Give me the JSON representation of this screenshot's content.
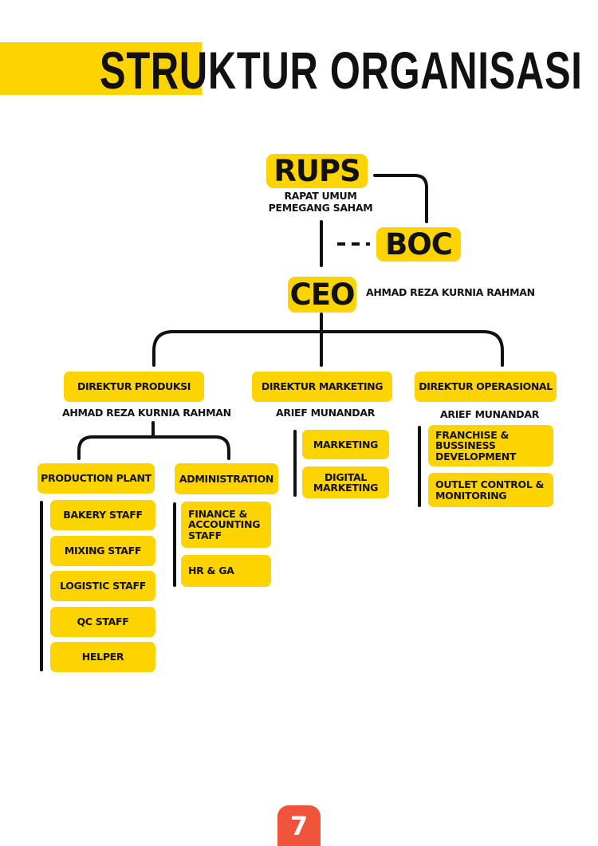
{
  "header": {
    "title": "STRUKTUR ORGANISASI"
  },
  "top": {
    "rups": "RUPS",
    "rups_caption": "RAPAT UMUM\nPEMEGANG SAHAM",
    "boc": "BOC",
    "ceo": "CEO",
    "ceo_name": "AHMAD REZA KURNIA RAHMAN"
  },
  "directors": [
    {
      "title": "DIREKTUR PRODUKSI",
      "name": "AHMAD REZA KURNIA RAHMAN",
      "groups": [
        {
          "title": "PRODUCTION PLANT",
          "items": [
            "BAKERY STAFF",
            "MIXING STAFF",
            "LOGISTIC STAFF",
            "QC STAFF",
            "HELPER"
          ]
        },
        {
          "title": "ADMINISTRATION",
          "items": [
            "FINANCE &\nACCOUNTING\nSTAFF",
            "HR & GA"
          ]
        }
      ]
    },
    {
      "title": "DIREKTUR MARKETING",
      "name": "ARIEF MUNANDAR",
      "items": [
        "MARKETING",
        "DIGITAL\nMARKETING"
      ]
    },
    {
      "title": "DIREKTUR OPERASIONAL",
      "name": "ARIEF MUNANDAR",
      "items": [
        "FRANCHISE &\nBUSSINESS\nDEVELOPMENT",
        "OUTLET CONTROL &\nMONITORING"
      ]
    }
  ],
  "footer": {
    "page_number": "7"
  },
  "colors": {
    "accent": "#FDD400",
    "page_tab": "#F0553B",
    "text": "#111111"
  }
}
